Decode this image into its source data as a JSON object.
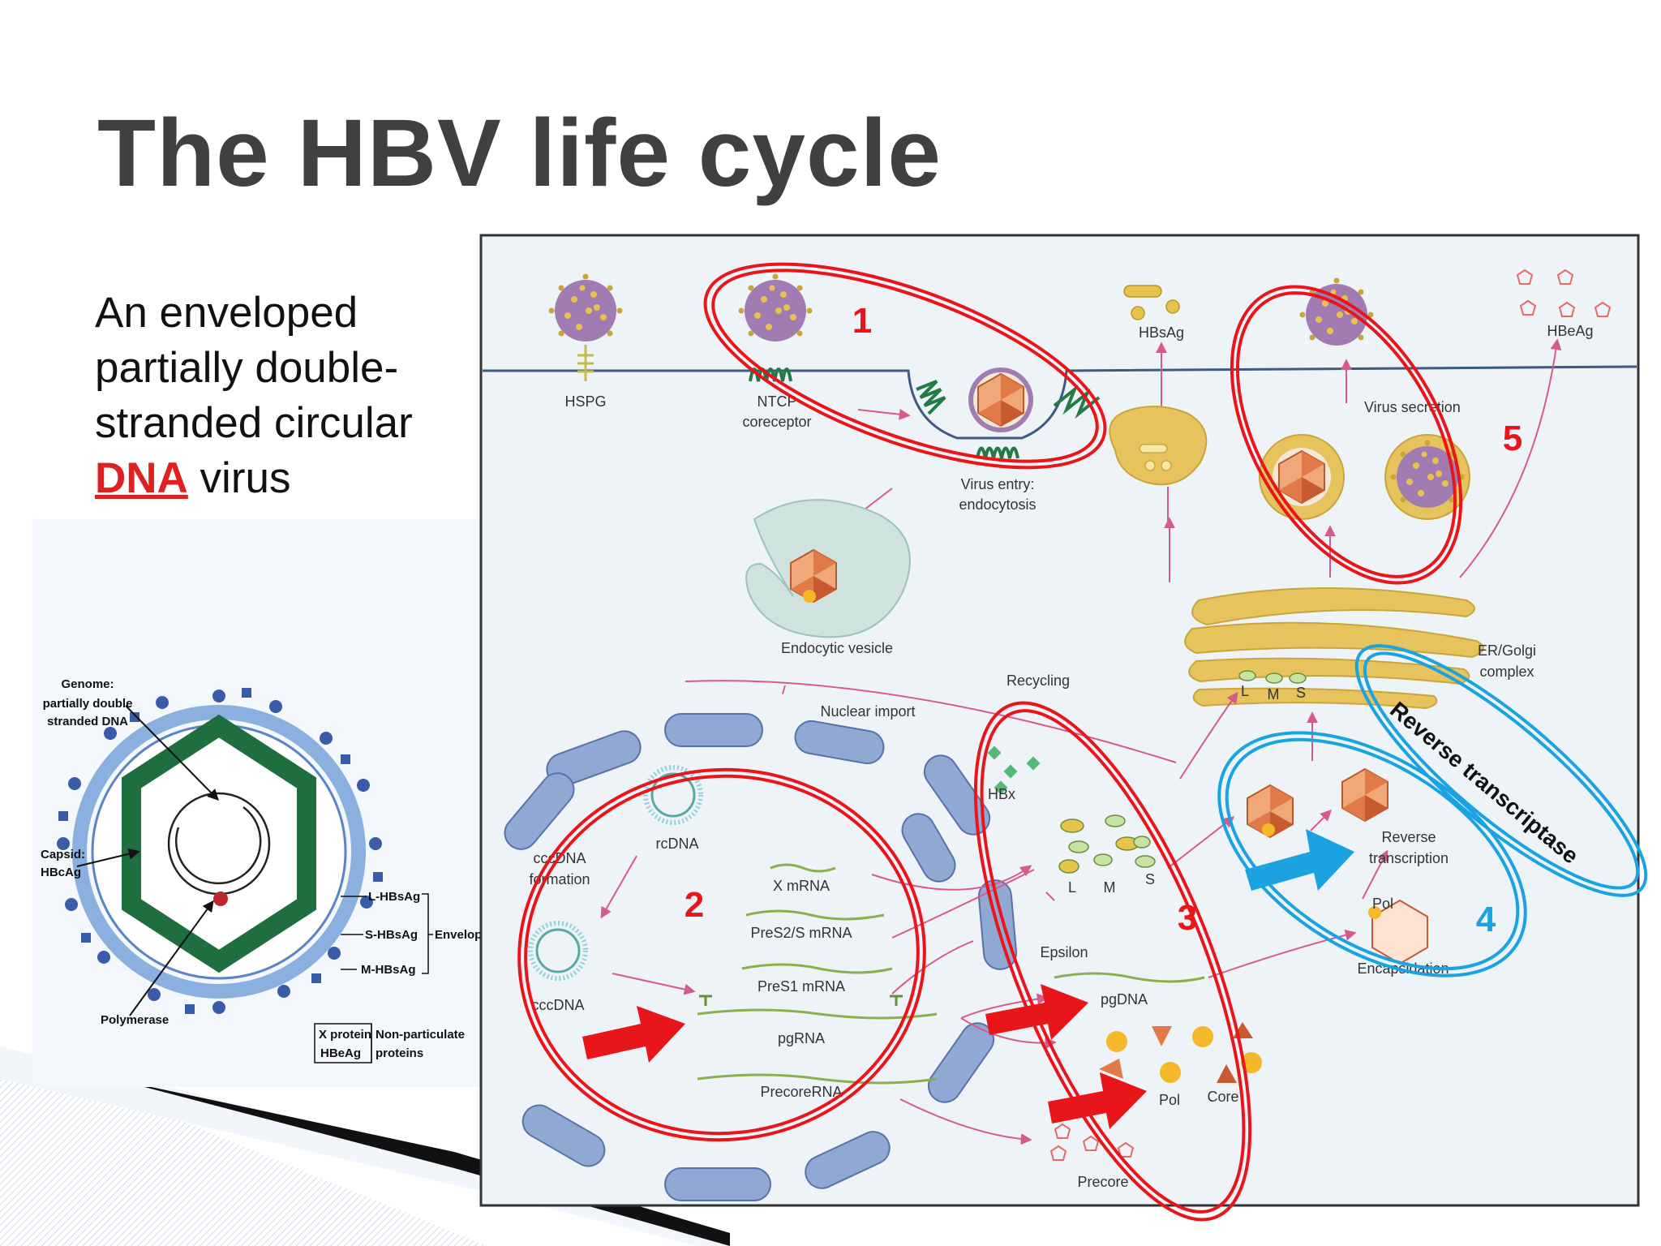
{
  "slide": {
    "title": "The HBV life cycle",
    "subtitle_prefix": "An enveloped partially double-stranded circular ",
    "subtitle_highlight": "DNA",
    "subtitle_suffix": " virus"
  },
  "virion_labels": {
    "genome_1": "Genome:",
    "genome_2": "partially double",
    "genome_3": "stranded DNA",
    "capsid_1": "Capsid:",
    "capsid_2": "HBcAg",
    "polymerase": "Polymerase",
    "l_hbsag": "L-HBsAg",
    "s_hbsag": "S-HBsAg",
    "m_hbsag": "M-HBsAg",
    "envelope": "Envelope",
    "x_protein": "X protein",
    "hbeag": "HBeAg",
    "non_particulate_1": "Non-particulate",
    "non_particulate_2": "proteins"
  },
  "cycle_labels": {
    "hspg": "HSPG",
    "ntcp_1": "NTCP",
    "ntcp_2": "coreceptor",
    "entry_1": "Virus entry:",
    "entry_2": "endocytosis",
    "hbsag": "HBsAg",
    "virus_secretion": "Virus secretion",
    "hbeag": "HBeAg",
    "endocytic_vesicle": "Endocytic vesicle",
    "er_golgi_1": "ER/Golgi",
    "er_golgi_2": "complex",
    "l": "L",
    "m": "M",
    "s": "S",
    "recycling": "Recycling",
    "nuclear_import": "Nuclear import",
    "rcdna": "rcDNA",
    "cccdna_formation_1": "cccDNA",
    "cccdna_formation_2": "formation",
    "cccdna": "cccDNA",
    "x_mrna": "X mRNA",
    "pres2_mrna": "PreS2/S mRNA",
    "pres1_mrna": "PreS1 mRNA",
    "pgrna": "pgRNA",
    "precorerna": "PrecoreRNA",
    "hbx": "HBx",
    "epsilon": "Epsilon",
    "pgdna": "pgDNA",
    "pol": "Pol",
    "core": "Core",
    "precore": "Precore",
    "reverse_transcription_1": "Reverse",
    "reverse_transcription_2": "transcription",
    "pol_capsid": "Pol",
    "encapsidation": "Encapsidation"
  },
  "annotations": {
    "step_1": "1",
    "step_2": "2",
    "step_3": "3",
    "step_4": "4",
    "step_5": "5",
    "reverse_transcriptase": "Reverse transcriptase"
  },
  "colors": {
    "annotation_red": "#e8161b",
    "annotation_blue": "#1aa3e0",
    "membrane": "#3d5a80",
    "nuclear_pore": "#8fa8d4",
    "virion": "#9c6fae",
    "vesicle": "#e6c35c"
  }
}
